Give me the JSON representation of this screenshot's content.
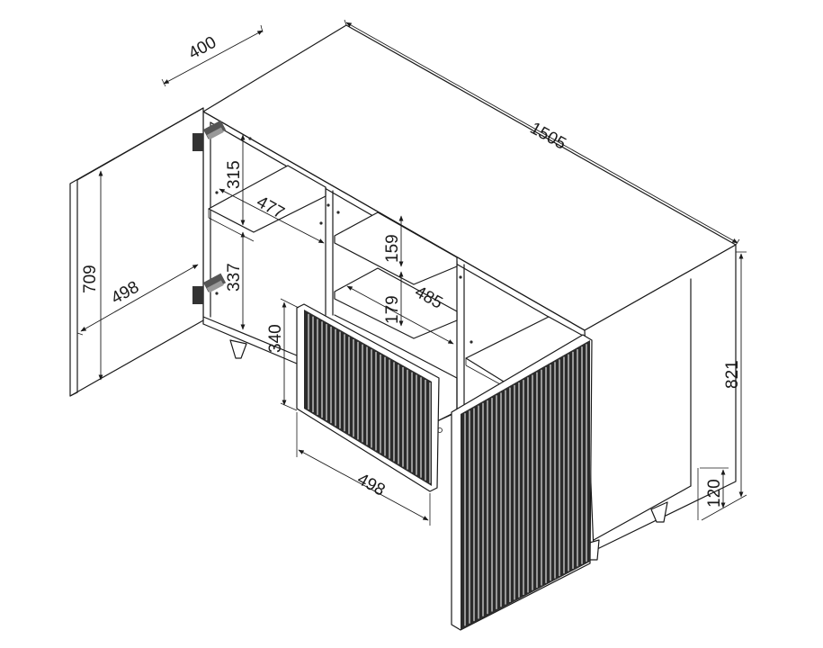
{
  "dimensions": {
    "depth": "400",
    "width": "1505",
    "height": "821",
    "leg_height": "120",
    "left_door_height": "709",
    "left_door_width": "498",
    "upper_compartment_height": "315",
    "shelf_depth": "477",
    "lower_compartment_height": "337",
    "middle_upper_height": "159",
    "middle_lower_height": "179",
    "middle_shelf_width": "485",
    "drawer_front_height": "340",
    "drawer_front_width": "498"
  },
  "colors": {
    "line": "#1a1a1a",
    "front_panel": "#2b2b2b",
    "background": "#ffffff"
  }
}
